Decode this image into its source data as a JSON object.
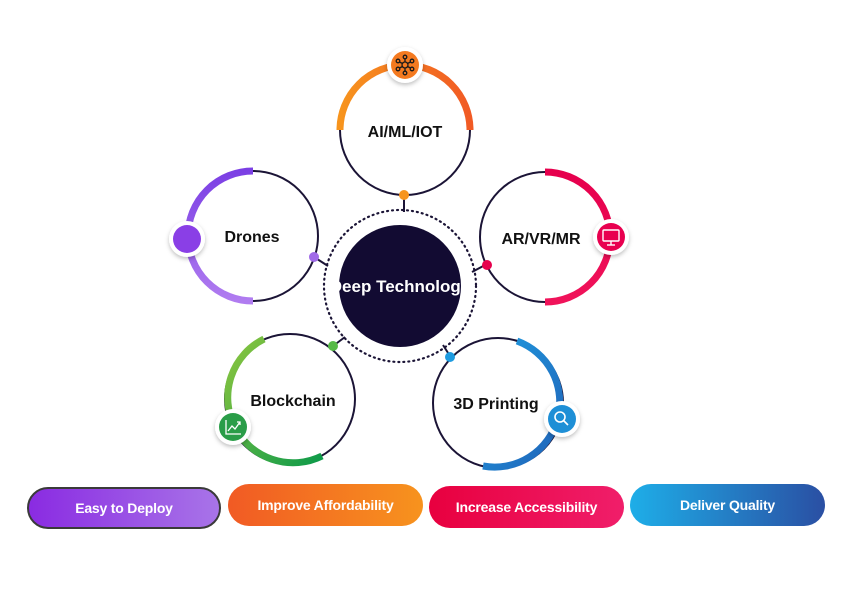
{
  "center": {
    "label": "Deep Technology",
    "color": "#120b32"
  },
  "nodes": [
    {
      "id": "ai",
      "label": "AI/ML/IOT",
      "icon": "network-icon",
      "color_start": "#f7941d",
      "color_end": "#f15a24"
    },
    {
      "id": "ar",
      "label": "AR/VR/MR",
      "icon": "monitor-icon",
      "color_start": "#e6004d",
      "color_end": "#f0135a"
    },
    {
      "id": "printing",
      "label": "3D Printing",
      "icon": "magnifier-icon",
      "color_start": "#1e9be0",
      "color_end": "#2163b8"
    },
    {
      "id": "blockchain",
      "label": "Blockchain",
      "icon": "chart-growth-icon",
      "color_start": "#8dc63f",
      "color_end": "#0d9a4a"
    },
    {
      "id": "drones",
      "label": "Drones",
      "icon": "circle-icon",
      "color_start": "#7b3fe4",
      "color_end": "#b07cf0"
    }
  ],
  "pills": [
    {
      "label": "Easy to Deploy",
      "color_start": "#8a2be2",
      "color_end": "#a874e8"
    },
    {
      "label": "Improve Affordability",
      "color_start": "#f15a24",
      "color_end": "#f7931e"
    },
    {
      "label": "Increase Accessibility",
      "color_start": "#e8003f",
      "color_end": "#f01e6a"
    },
    {
      "label": "Deliver Quality",
      "color_start": "#1eaee8",
      "color_end": "#2a4fa3"
    }
  ]
}
